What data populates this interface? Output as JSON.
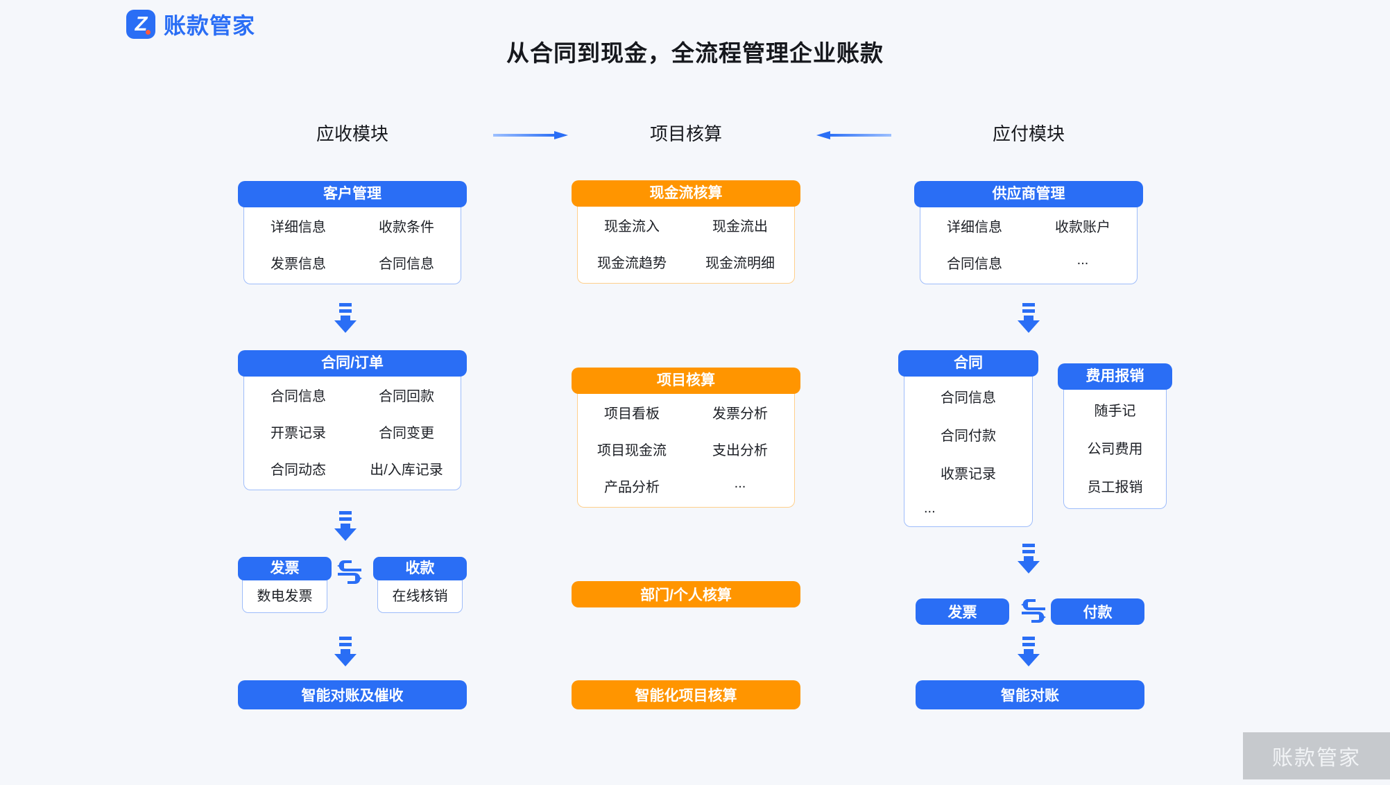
{
  "brand": {
    "name": "账款管家",
    "logo_icon": "z-logo-icon",
    "logo_letter": "Z",
    "accent_blue": "#2a6ef5",
    "accent_orange": "#ff9500"
  },
  "title": "从合同到现金，全流程管理企业账款",
  "columns": [
    {
      "id": "receivable",
      "label": "应收模块"
    },
    {
      "id": "project",
      "label": "项目核算"
    },
    {
      "id": "payable",
      "label": "应付模块"
    }
  ],
  "arrows": [
    {
      "name": "arrow-right-receivable-to-project",
      "direction": "right"
    },
    {
      "name": "arrow-left-payable-to-project",
      "direction": "left"
    }
  ],
  "left_column": {
    "customer_card": {
      "header": "客户管理",
      "items": [
        "详细信息",
        "收款条件",
        "发票信息",
        "合同信息"
      ]
    },
    "contract_card": {
      "header": "合同/订单",
      "items": [
        "合同信息",
        "合同回款",
        "开票记录",
        "合同变更",
        "合同动态",
        "出/入库记录"
      ]
    },
    "invoice_mini": {
      "header": "发票",
      "item": "数电发票"
    },
    "receipt_mini": {
      "header": "收款",
      "item": "在线核销"
    },
    "bottom_bar": "智能对账及催收"
  },
  "middle_column": {
    "cashflow_card": {
      "header": "现金流核算",
      "items": [
        "现金流入",
        "现金流出",
        "现金流趋势",
        "现金流明细"
      ]
    },
    "project_card": {
      "header": "项目核算",
      "items": [
        "项目看板",
        "发票分析",
        "项目现金流",
        "支出分析",
        "产品分析",
        "..."
      ]
    },
    "dept_bar": "部门/个人核算",
    "bottom_bar": "智能化项目核算"
  },
  "right_column": {
    "supplier_card": {
      "header": "供应商管理",
      "items": [
        "详细信息",
        "收款账户",
        "合同信息",
        "..."
      ]
    },
    "contract_card": {
      "header": "合同",
      "items": [
        "合同信息",
        "合同付款",
        "收票记录",
        "..."
      ]
    },
    "expense_card": {
      "header": "费用报销",
      "items": [
        "随手记",
        "公司费用",
        "员工报销"
      ]
    },
    "invoice_pill": "发票",
    "payment_pill": "付款",
    "bottom_bar": "智能对账"
  },
  "watermark": "账款管家"
}
